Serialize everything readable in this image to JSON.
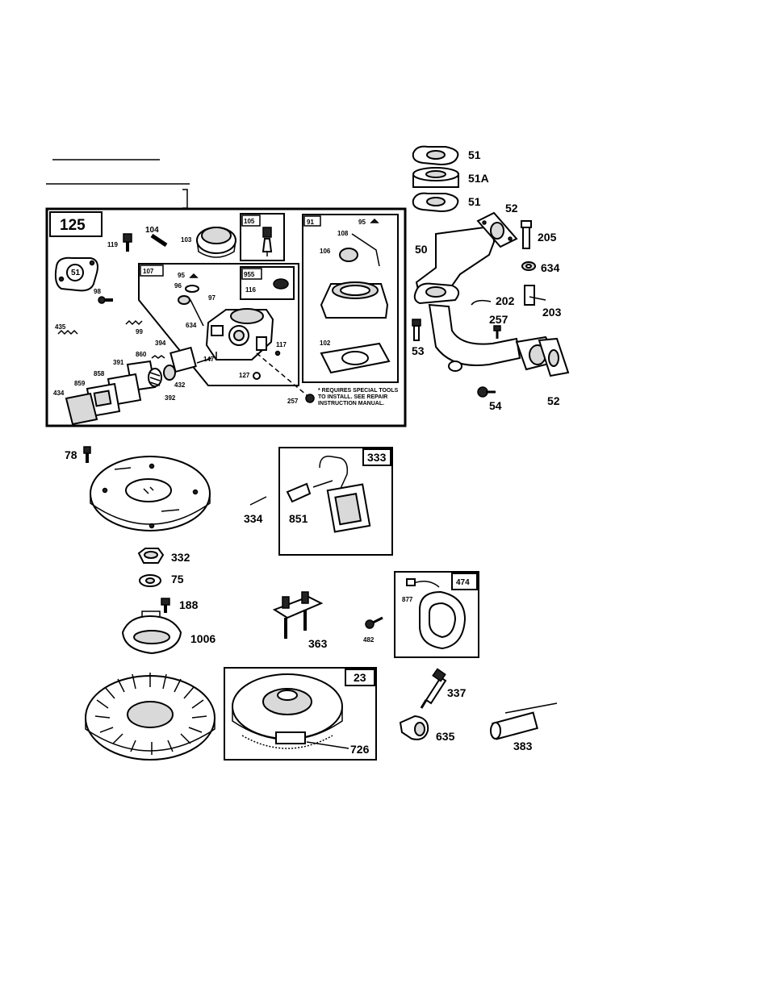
{
  "main_box": {
    "number": "125"
  },
  "sub_boxes": {
    "box_105": "105",
    "box_107": "107",
    "box_955": "955",
    "box_91": "91",
    "box_333": "333",
    "box_474": "474",
    "box_23": "23"
  },
  "note": {
    "line1": "* REQUIRES SPECIAL TOOLS",
    "line2": "TO INSTALL. SEE REPAIR",
    "line3": "INSTRUCTION MANUAL."
  },
  "labels": {
    "p51_gasket_left": "51",
    "p104": "104",
    "p119": "119",
    "p103": "103",
    "p98": "98",
    "p95a": "95",
    "p96": "96",
    "p97": "97",
    "p435": "435",
    "p99": "99",
    "p634a": "634",
    "p394": "394",
    "p860": "860",
    "p391": "391",
    "p858": "858",
    "p859": "859",
    "p434": "434",
    "p392": "392",
    "p432": "432",
    "p147": "147",
    "p117": "117",
    "p127": "127",
    "p116": "116",
    "p95b": "95",
    "p108": "108",
    "p106": "106",
    "p102": "102",
    "p257a": "257",
    "p51_top": "51",
    "p51a": "51A",
    "p51_mid": "51",
    "p52_top": "52",
    "p205": "205",
    "p50": "50",
    "p634b": "634",
    "p202": "202",
    "p203": "203",
    "p257b": "257",
    "p53": "53",
    "p54": "54",
    "p52_bottom": "52",
    "p78": "78",
    "p334": "334",
    "p851": "851",
    "p332": "332",
    "p75": "75",
    "p188": "188",
    "p1006": "1006",
    "p363": "363",
    "p482": "482",
    "p877": "877",
    "p337": "337",
    "p635": "635",
    "p383": "383",
    "p726": "726"
  }
}
